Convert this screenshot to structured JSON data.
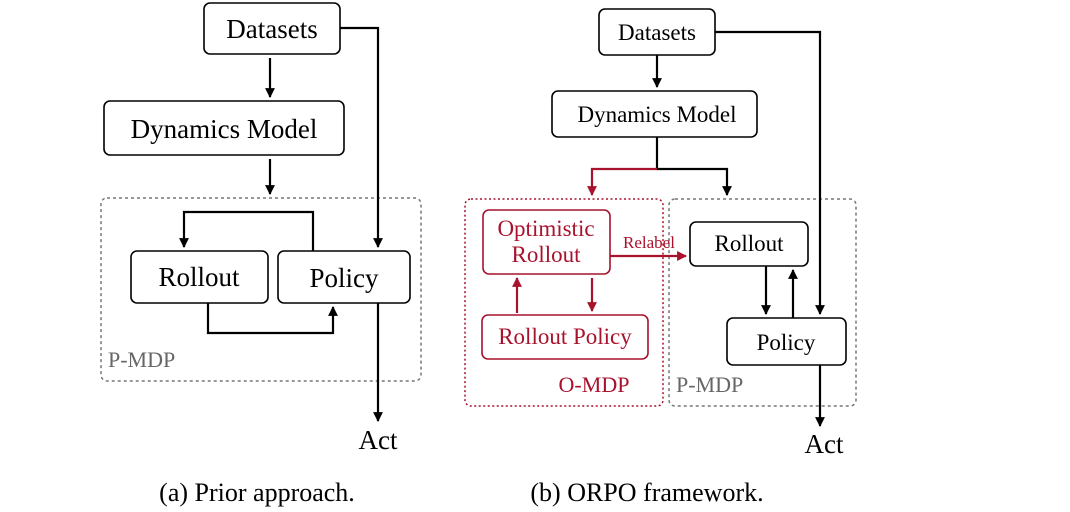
{
  "prior": {
    "datasets": "Datasets",
    "dynamics_model": "Dynamics Model",
    "rollout": "Rollout",
    "policy": "Policy",
    "region": "P-MDP",
    "act": "Act",
    "caption": "(a)  Prior approach."
  },
  "orpo": {
    "datasets": "Datasets",
    "dynamics_model": "Dynamics Model",
    "optimistic_rollout_line1": "Optimistic",
    "optimistic_rollout_line2": "Rollout",
    "rollout_policy": "Rollout Policy",
    "relabel": "Relabel",
    "rollout": "Rollout",
    "policy": "Policy",
    "o_region": "O-MDP",
    "p_region": "P-MDP",
    "act": "Act",
    "caption": "(b)  ORPO framework."
  },
  "colors": {
    "accent_red": "#a8122d",
    "region_gray": "#777777",
    "ink": "#000000"
  }
}
